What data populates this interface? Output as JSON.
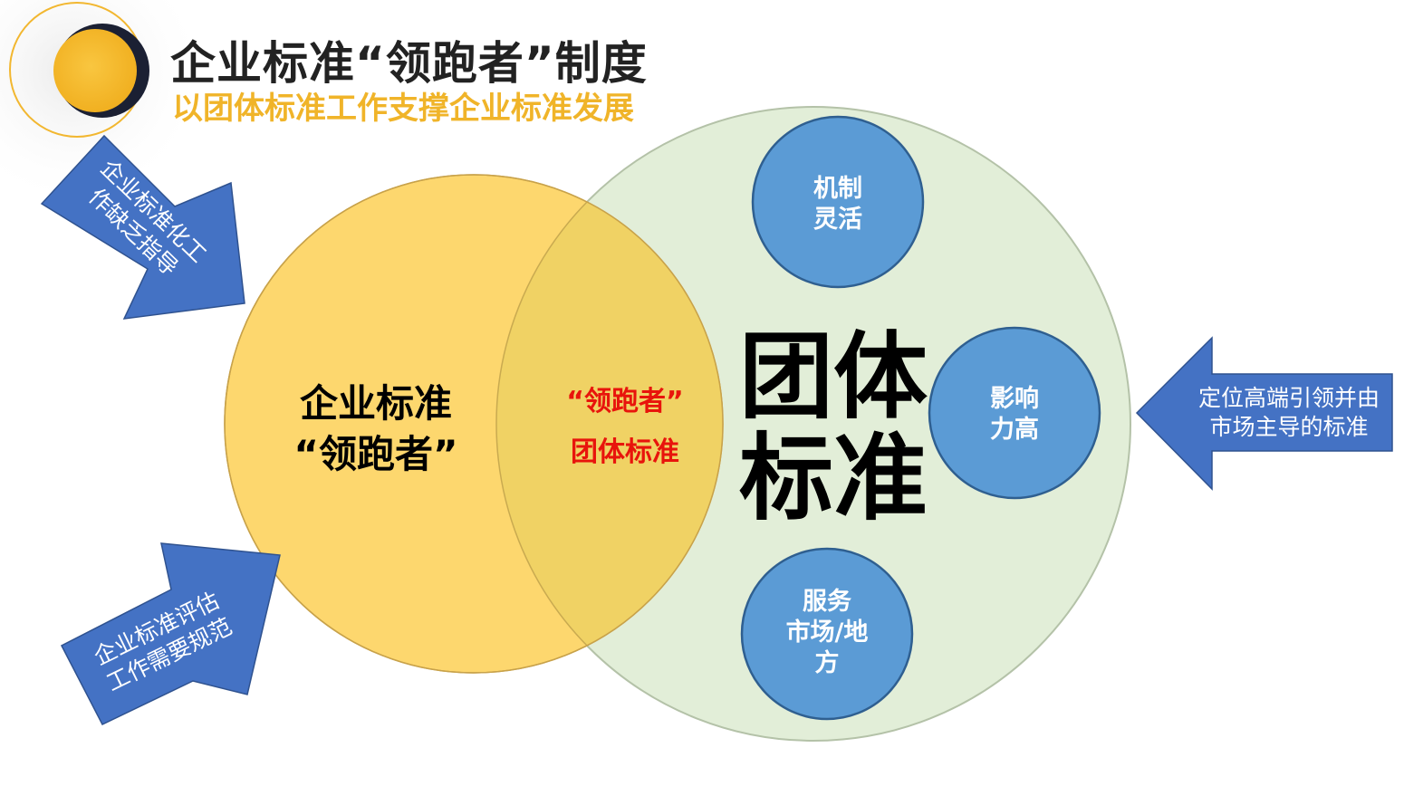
{
  "header": {
    "title": "企业标准“领跑者”制度",
    "subtitle": "以团体标准工作支撑企业标准发展"
  },
  "venn": {
    "enterprise_line1": "企业标准",
    "enterprise_line2": "“领跑者”",
    "overlap_line1": "“领跑者”",
    "overlap_line2": "团体标准",
    "group_line1": "团体",
    "group_line2": "标准"
  },
  "features": {
    "mechanism_line1": "机制",
    "mechanism_line2": "灵活",
    "influence_line1": "影响",
    "influence_line2": "力高",
    "service_line1": "服务",
    "service_line2": "市场/地",
    "service_line3": "方"
  },
  "arrows": {
    "top_left_line1": "企业标准化工",
    "top_left_line2": "作缺乏指导",
    "bottom_left_line1": "企业标准评估",
    "bottom_left_line2": "工作需要规范",
    "right_line1": "定位高端引领并由",
    "right_line2": "市场主导的标准"
  },
  "colors": {
    "enterprise_circle": "#fdd76e",
    "overlap": "#f0d264",
    "group_circle": "#e2eed8",
    "feature_circle": "#5b9bd5",
    "arrow": "#4472c4",
    "subtitle": "#f0b429",
    "overlap_text": "#e8140c",
    "logo": "#f2b730"
  }
}
